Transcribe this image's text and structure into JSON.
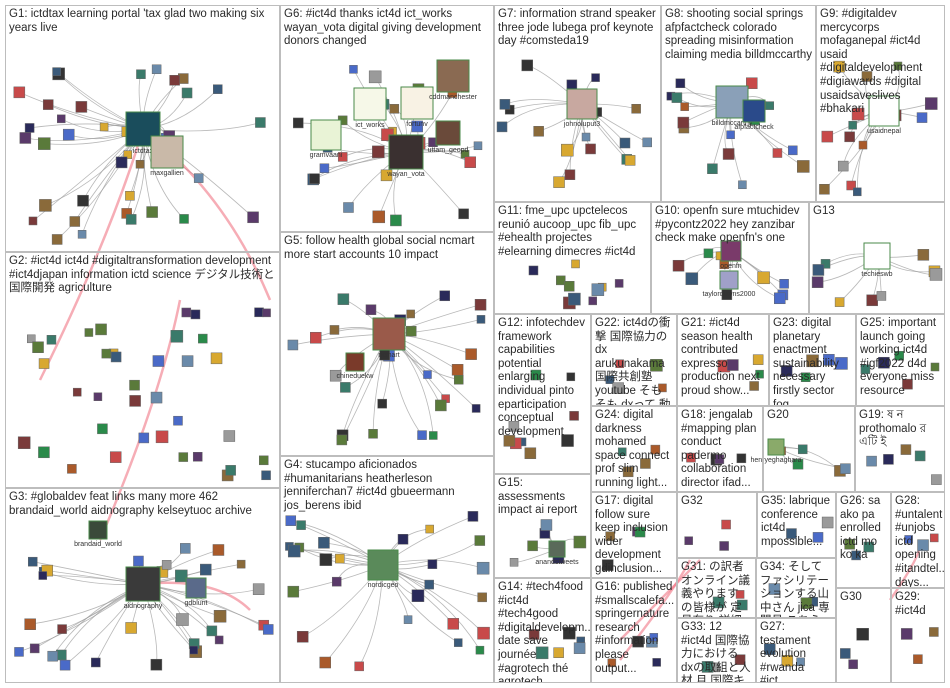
{
  "groups": [
    {
      "id": "G1",
      "text": "G1: ictdtax learning portal 'tax glad two making six years live"
    },
    {
      "id": "G6",
      "text": "G6: #ict4d thanks ict4d ict_works wayan_vota digital giving development donors changed"
    },
    {
      "id": "G7",
      "text": "G7: information strand speaker three jode lubega prof keynote day #comsteda19"
    },
    {
      "id": "G8",
      "text": "G8: shooting social springs afpfactcheck colorado spreading misinformation claiming media billdmccarthy"
    },
    {
      "id": "G9",
      "text": "G9: #digitaldev mercycorps mofaganepal #ict4d usaid #digitaldevelopment #digiawards #digital usaidsaveslives #bhakari"
    },
    {
      "id": "G2",
      "text": "G2: #ict4d ict4d #digitaltransformation development #ict4djapan information ictd science デジタル技術と国際開発 agriculture"
    },
    {
      "id": "G5",
      "text": "G5: follow health global social ncmart more start accounts 10 impact"
    },
    {
      "id": "G11",
      "text": "G11: fme_upc upctelecos reunió aucoop_upc fib_upc #ehealth projectes #elearning dimecres #ict4d"
    },
    {
      "id": "G10",
      "text": "G10: openfn sure mtuchidev #pycontz2022 hey zanzibar check make openfn's one"
    },
    {
      "id": "G13",
      "text": "G13"
    },
    {
      "id": "G12",
      "text": "G12: infotechdev framework capabilities potential enlarging individual pinto eparticipation conceptual development"
    },
    {
      "id": "G22",
      "text": "G22: ict4dの衝撃 国際協力のdx arukunakama 国際共創塾 youtube そもそも dxって 動画..."
    },
    {
      "id": "G21",
      "text": "G21: #ict4d season health contributed expresso production next proud show..."
    },
    {
      "id": "G23",
      "text": "G23: digital planetary enactment sustainability necessary firstly sector fog..."
    },
    {
      "id": "G25",
      "text": "G25: important launch going working ict4d #igf2022 d4d everyone miss resource"
    },
    {
      "id": "G3",
      "text": "G3: #globaldev feat links many more 462 brandaid_world aidnography kelseytuoc archive"
    },
    {
      "id": "G4",
      "text": "G4: stucampo aficionados #humanitarians heatherleson jenniferchan7 #ict4d gbueermann jos_berens ibid"
    },
    {
      "id": "G24",
      "text": "G24: digital darkness mohamed space connect prof slim running light..."
    },
    {
      "id": "G18",
      "text": "G18: jengalab #mapping plan conduct padermo collaboration director ifad..."
    },
    {
      "id": "G20",
      "text": "G20"
    },
    {
      "id": "G19",
      "text": "G19: ষ ন prothomalo র এটি ই"
    },
    {
      "id": "G15",
      "text": "G15: assessments impact ai report"
    },
    {
      "id": "G17",
      "text": "G17: digital follow sure keep inclusion wider development gdinclusion..."
    },
    {
      "id": "G32",
      "text": "G32"
    },
    {
      "id": "G35",
      "text": "G35: labrique conference ict4d mpossible..."
    },
    {
      "id": "G26",
      "text": "G26: sa ako pa enrolled ictd mo ko ka"
    },
    {
      "id": "G28",
      "text": "G28: #untalent #unjobs ictd opening #itandtel... days..."
    },
    {
      "id": "G14",
      "text": "G14: #tech4food #ict4d #tech4good #digitaldevelopm... date save journée #agrotech thé agrotech"
    },
    {
      "id": "G31",
      "text": "G31: の訳者 オンライン議義やります の皆様が 定員有り 詳細..."
    },
    {
      "id": "G34",
      "text": "G34: そしてファシリテーションする山中さん jica 専門員 こちら..."
    },
    {
      "id": "G16",
      "text": "G16: published #smallscalefa... springernature research #information please output..."
    },
    {
      "id": "G30",
      "text": "G30"
    },
    {
      "id": "G29",
      "text": "G29: #ict4d"
    },
    {
      "id": "G33",
      "text": "G33: 12 #ict4d 国際協力における dxの取組と人材 月 国際キャ..."
    },
    {
      "id": "G27",
      "text": "G27: testament evolution #rwanda #ict..."
    }
  ],
  "node_labels": {
    "ictdtax": "ictdtax",
    "maxgallien": "maxgallien",
    "gramvaani": "gramvaani",
    "ict_works": "ict_works",
    "fortunv": "fortunv",
    "cddmanchester": "cddmanchester",
    "uttam_geopd": "uttam_geopd",
    "wayan_vota": "wayan_vota",
    "johnoluput3": "johnoluput3",
    "billdmccarthy": "billdmccarthy",
    "afpfactcheck": "afpfactcheck",
    "usaidnepal": "usaidnepal",
    "techieswb": "techieswb",
    "openfn": "openfn",
    "taylordowns2000": "taylordowns2000",
    "ncmart": "ncmart",
    "chineduekw": "chineduekw",
    "brandaid_world": "brandaid_world",
    "aidnography": "aidnography",
    "gdblunt": "gdblunt",
    "nordicgeo": "nordicgeo",
    "anandstweets": "anandstweets",
    "henryeghaghara": "henryeghaghara"
  },
  "colors": {
    "box_border": "#bdbdbd",
    "edge": "#9a9a9a",
    "edge_red": "#ee6a7a",
    "text": "#2a2a2a"
  }
}
